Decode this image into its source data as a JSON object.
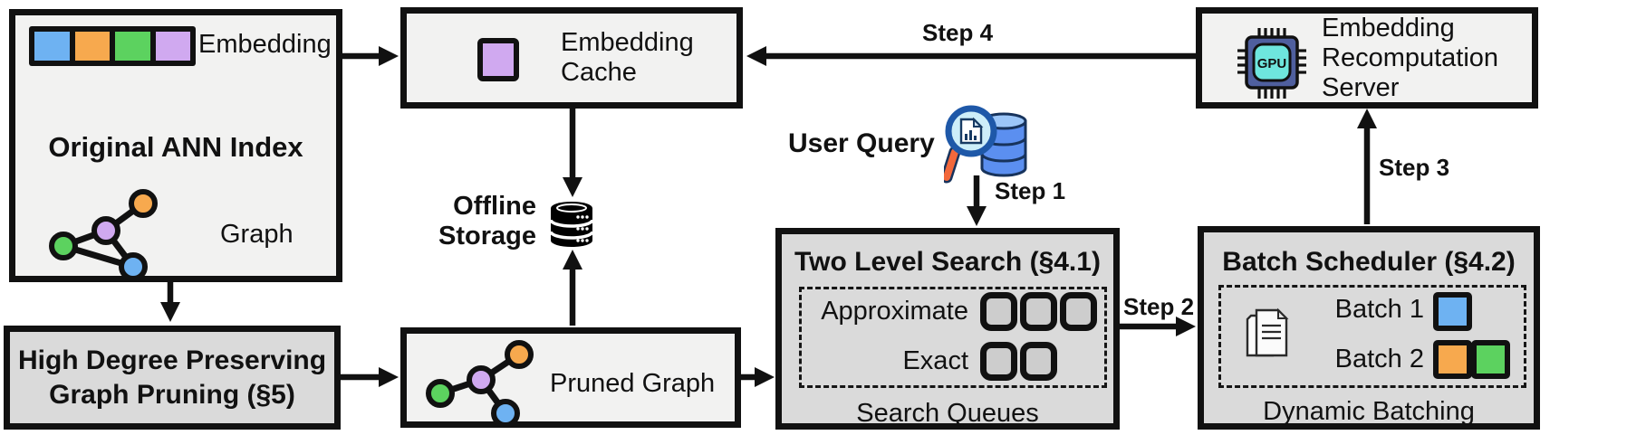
{
  "colors": {
    "box_light": "#f2f2f1",
    "box_dark": "#dadada",
    "queue_fill": "#cdcdcd",
    "blue": "#6eb2f2",
    "orange": "#f7a94e",
    "green": "#5cd25f",
    "purple": "#d0a9f0",
    "line": "#111111",
    "gpu_chip_body": "#4f5f9e",
    "gpu_chip_inner": "#6ee6de",
    "magnifier_handle": "#f2683c",
    "query_db_blue": "#5b8ff0"
  },
  "ann_index": {
    "embedding_label": "Embedding",
    "title": "Original ANN Index",
    "graph_label": "Graph"
  },
  "embedding_cache": {
    "lines": [
      "Embedding",
      "Cache"
    ]
  },
  "offline_storage": {
    "lines": [
      "Offline",
      "Storage"
    ]
  },
  "recompute_server": {
    "lines": [
      "Embedding",
      "Recomputation",
      "Server"
    ],
    "chip_label": "GPU"
  },
  "user_query": {
    "label": "User Query"
  },
  "steps": [
    "Step 1",
    "Step 2",
    "Step 3",
    "Step 4"
  ],
  "two_level_search": {
    "title": "Two Level Search (§4.1)",
    "approximate_label": "Approximate",
    "approximate_queues": 3,
    "exact_label": "Exact",
    "exact_queues": 2,
    "caption": "Search Queues"
  },
  "batch_scheduler": {
    "title": "Batch Scheduler (§4.2)",
    "batch1_label": "Batch 1",
    "batch1_colors": [
      "blue"
    ],
    "batch2_label": "Batch 2",
    "batch2_colors": [
      "orange",
      "green"
    ],
    "caption": "Dynamic Batching"
  },
  "graph_pruning": {
    "lines": [
      "High Degree Preserving",
      "Graph Pruning (§5)"
    ]
  },
  "pruned_graph": {
    "label": "Pruned Graph"
  }
}
